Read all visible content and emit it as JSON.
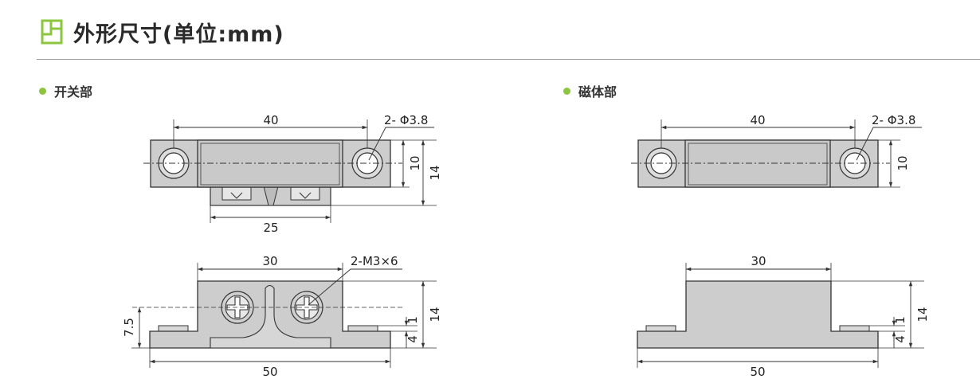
{
  "header": {
    "title": "外形尺寸(单位:mm)",
    "icon": "book-icon",
    "accent_color": "#8cc63f"
  },
  "sections": {
    "switch": {
      "label": "开关部"
    },
    "magnet": {
      "label": "磁体部"
    }
  },
  "dimensions": {
    "switch_top": {
      "width": "40",
      "hole": "2- Φ3.8",
      "inner_height": "10",
      "outer_height": "14",
      "base_width": "25"
    },
    "switch_side": {
      "width": "30",
      "screw": "2-M3×6",
      "height": "14",
      "center_height": "7.5",
      "flange": "1",
      "base_height": "4",
      "overall_width": "50"
    },
    "magnet_top": {
      "width": "40",
      "hole": "2- Φ3.8",
      "height": "10"
    },
    "magnet_side": {
      "width": "30",
      "height": "14",
      "flange": "1",
      "base_height": "4",
      "overall_width": "50"
    }
  },
  "colors": {
    "body_fill": "#cdcdcd",
    "flange_fill": "#d8d8d8",
    "line": "#333333"
  }
}
